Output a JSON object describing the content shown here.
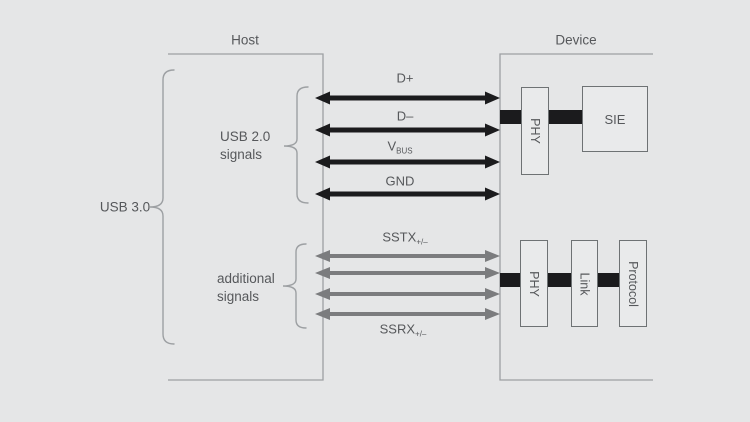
{
  "colors": {
    "bg": "#e5e6e7",
    "line": "#9da0a3",
    "text": "#56585b",
    "black_signal": "#1b1b1d",
    "gray_signal": "#7b7c7e",
    "box_fill": "#e9eaeb",
    "box_border": "#6e7274"
  },
  "diagram": {
    "host": {
      "title": "Host"
    },
    "device": {
      "title": "Device"
    },
    "groups": {
      "usb3": {
        "label": "USB 3.0"
      },
      "usb2": {
        "line1": "USB 2.0",
        "line2": "signals"
      },
      "additional": {
        "line1": "additional",
        "line2": "signals"
      }
    },
    "signals": {
      "d_plus": {
        "text": "D+",
        "sub": ""
      },
      "d_minus": {
        "text": "D–",
        "sub": ""
      },
      "vbus": {
        "text": "V",
        "sub": "BUS"
      },
      "gnd": {
        "text": "GND",
        "sub": ""
      },
      "sstx": {
        "text": "SSTX",
        "sub": "+/–"
      },
      "ssrx": {
        "text": "SSRX",
        "sub": "+/–"
      }
    },
    "blocks": {
      "usb2_phy": "PHY",
      "usb2_sie": "SIE",
      "usb3_phy": "PHY",
      "usb3_link": "Link",
      "usb3_protocol": "Protocol"
    }
  }
}
